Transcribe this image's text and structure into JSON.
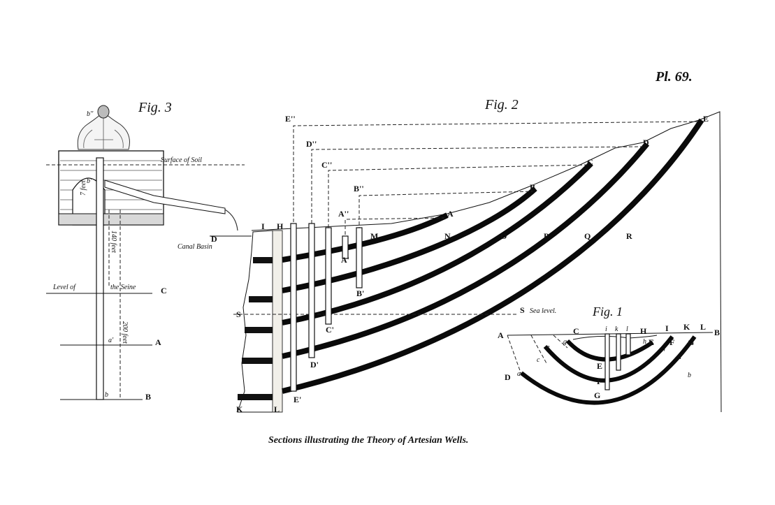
{
  "plate_number": "Pl. 69.",
  "caption": "Sections illustrating the Theory of Artesian Wells.",
  "fig3": {
    "title": "Fig. 3",
    "surface_of_soil": "Surface of Soil",
    "canal_basin": "Canal Basin",
    "level_of": "Level of",
    "the_seine": "the Seine",
    "feet_140": "140 feet",
    "feet_200": "200 feet",
    "feet_7": "7 feet",
    "labels": {
      "D": "D",
      "C": "C",
      "A": "A",
      "B": "B",
      "a_prime": "a'",
      "b": "b",
      "b_prime": "b'",
      "b_dprime": "b''"
    }
  },
  "fig2": {
    "title": "Fig. 2",
    "sea_level": "Sea level.",
    "labels": {
      "E": "E",
      "D": "D",
      "C": "C",
      "B": "B",
      "A": "A",
      "E_dd": "E''",
      "D_dd": "D''",
      "C_dd": "C''",
      "B_dd": "B''",
      "A_dd": "A''",
      "A_p": "A'",
      "B_p": "B'",
      "C_p": "C'",
      "D_p": "D'",
      "E_p": "E'",
      "I": "I",
      "H": "H",
      "K": "K",
      "L": "L",
      "S_left": "S",
      "S_right": "S",
      "M": "M",
      "N": "N",
      "O": "O",
      "P": "P",
      "Q": "Q",
      "R": "R"
    }
  },
  "fig1": {
    "title": "Fig. 1",
    "labels": {
      "A": "A",
      "B": "B",
      "C": "C",
      "D": "D",
      "E1": "E",
      "E2": "E",
      "F1": "F",
      "F2": "F",
      "G1": "G",
      "G2": "G",
      "H": "H",
      "I": "I",
      "K": "K",
      "L": "L",
      "i": "i",
      "k": "k",
      "l": "l",
      "a": "a",
      "b": "b",
      "c": "c",
      "d": "d",
      "e": "e",
      "f": "f",
      "g": "g",
      "h": "h"
    }
  }
}
